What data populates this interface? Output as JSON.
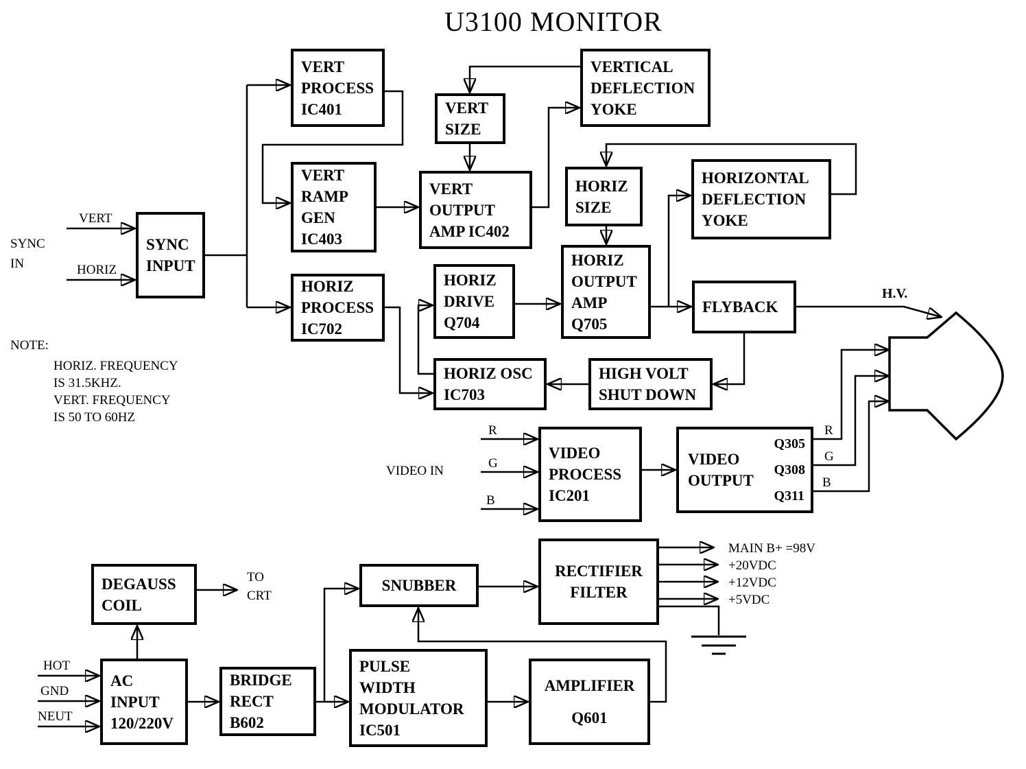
{
  "title": "U3100 MONITOR",
  "colors": {
    "ink": "#000000",
    "paper": "#ffffff"
  },
  "blocks": {
    "sync_input": [
      "SYNC",
      "INPUT"
    ],
    "vert_process": [
      "VERT",
      "PROCESS",
      "IC401"
    ],
    "vert_ramp_gen": [
      "VERT",
      "RAMP",
      "GEN",
      "IC403"
    ],
    "vert_size": [
      "VERT",
      "SIZE"
    ],
    "vert_output_amp": [
      "VERT",
      "OUTPUT",
      "AMP IC402"
    ],
    "vertical_deflection_yoke": [
      "VERTICAL",
      "DEFLECTION",
      "YOKE"
    ],
    "horiz_size": [
      "HORIZ",
      "SIZE"
    ],
    "horizontal_deflection_yoke": [
      "HORIZONTAL",
      "DEFLECTION",
      "YOKE"
    ],
    "horiz_process": [
      "HORIZ",
      "PROCESS",
      "IC702"
    ],
    "horiz_drive": [
      "HORIZ",
      "DRIVE",
      "Q704"
    ],
    "horiz_output_amp": [
      "HORIZ",
      "OUTPUT",
      "AMP",
      "Q705"
    ],
    "flyback": [
      "FLYBACK"
    ],
    "horiz_osc": [
      "HORIZ OSC",
      "IC703"
    ],
    "high_volt_shut_down": [
      "HIGH VOLT",
      "SHUT DOWN"
    ],
    "video_process": [
      "VIDEO",
      "PROCESS",
      "IC201"
    ],
    "video_output": [
      "VIDEO",
      "OUTPUT"
    ],
    "video_output_transistors": [
      "Q305",
      "Q308",
      "Q311"
    ],
    "degauss_coil": [
      "DEGAUSS",
      "COIL"
    ],
    "snubber": [
      "SNUBBER"
    ],
    "rectifier_filter": [
      "RECTIFIER",
      "FILTER"
    ],
    "ac_input": [
      "AC",
      "INPUT",
      "120/220V"
    ],
    "bridge_rect": [
      "BRIDGE",
      "RECT",
      "B602"
    ],
    "pulse_width_modulator": [
      "PULSE",
      "WIDTH",
      "MODULATOR",
      "IC501"
    ],
    "amplifier": [
      "AMPLIFIER",
      "Q601"
    ]
  },
  "labels": {
    "sync_in": [
      "SYNC",
      "IN"
    ],
    "vert": "VERT",
    "horiz": "HORIZ",
    "note_title": "NOTE:",
    "note_lines": [
      "HORIZ. FREQUENCY",
      "IS 31.5KHZ.",
      "VERT. FREQUENCY",
      "IS 50 TO 60HZ"
    ],
    "hv": "H.V.",
    "video_in": "VIDEO IN",
    "rgb_in": [
      "R",
      "G",
      "B"
    ],
    "rgb_out": [
      "R",
      "G",
      "B"
    ],
    "to_crt": [
      "TO",
      "CRT"
    ],
    "power_outputs": [
      "MAIN B+ =98V",
      "+20VDC",
      "+12VDC",
      "+5VDC"
    ],
    "ac_inputs": [
      "HOT",
      "GND",
      "NEUT"
    ]
  }
}
